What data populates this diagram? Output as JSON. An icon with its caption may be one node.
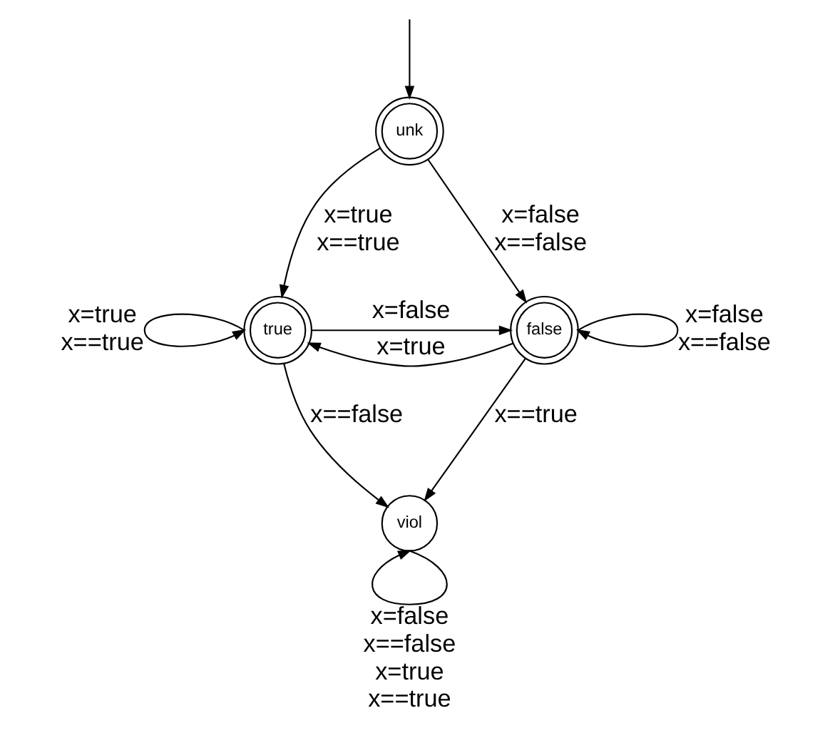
{
  "diagram": {
    "nodes": [
      {
        "text": [
          "unk"
        ]
      },
      {
        "text": [
          "true"
        ]
      },
      {
        "text": [
          "false"
        ]
      },
      {
        "text": [
          "viol"
        ]
      }
    ],
    "edges": [
      {
        "from": null,
        "to": 0,
        "arrow": "to"
      },
      {
        "from": 0,
        "to": 1,
        "arrow": "to",
        "label": "x=true x==true"
      },
      {
        "from": 0,
        "to": 2,
        "arrow": "to",
        "label": "x=false x==false"
      },
      {
        "from": 1,
        "to": 1,
        "arrow": "to",
        "label": "x=true x==true"
      },
      {
        "from": 1,
        "to": 2,
        "arrow": "to",
        "label": "x=false"
      },
      {
        "from": 2,
        "to": 2,
        "arrow": "to",
        "label": "x=false x==false"
      },
      {
        "from": 2,
        "to": 1,
        "arrow": "to",
        "label": "x=true"
      },
      {
        "from": 1,
        "to": 3,
        "arrow": "to",
        "label": "x==false"
      },
      {
        "from": 2,
        "to": 3,
        "arrow": "to",
        "label": "x==true"
      },
      {
        "from": 3,
        "to": 3,
        "arrow": "to",
        "label": "x=false x==false x=true x==true"
      }
    ]
  }
}
